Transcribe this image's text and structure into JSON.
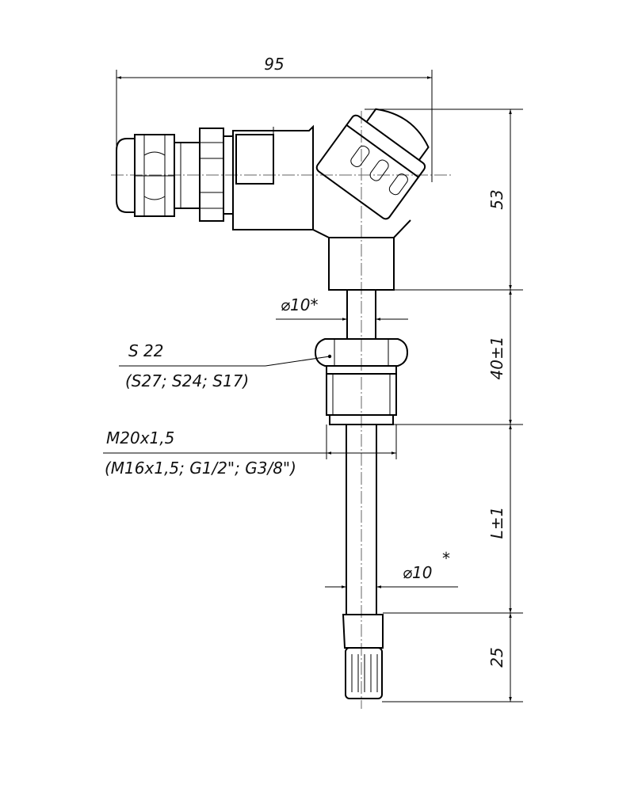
{
  "dimensions": {
    "overall_width": "95",
    "head_height": "53",
    "neck_diameter": "⌀10*",
    "fitting_length": "40±1",
    "stem_length": "L±1",
    "stem_diameter": "⌀10",
    "stem_diameter_mark": "*",
    "tip_length": "25"
  },
  "callouts": {
    "wrench_size": "S 22",
    "wrench_size_options": "(S27; S24; S17)",
    "thread": "M20x1,5",
    "thread_options": "(M16x1,5; G1/2\"; G3/8\")"
  },
  "colors": {
    "line": "#000000",
    "background": "#ffffff"
  }
}
